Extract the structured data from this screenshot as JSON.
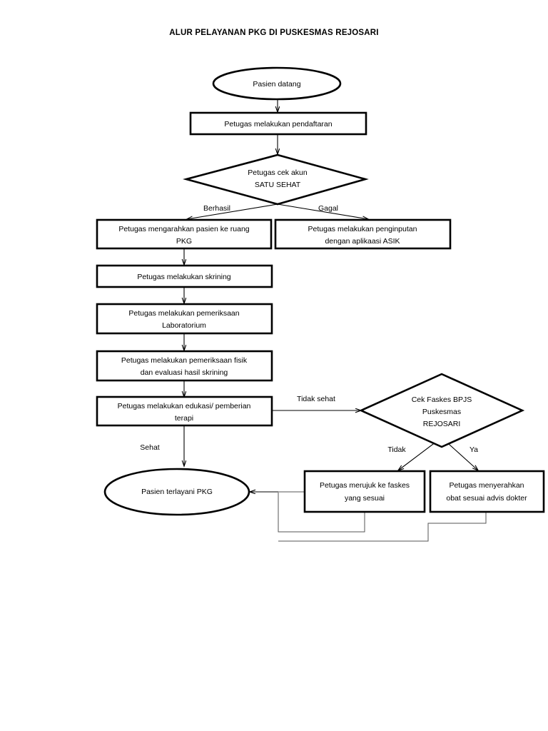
{
  "document": {
    "title": "ALUR PELAYANAN PKG DI PUSKESMAS REJOSARI"
  },
  "nodes": {
    "start": {
      "shape": "ellipse",
      "label": "Pasien datang"
    },
    "pendaftaran": {
      "shape": "process",
      "label": "Petugas melakukan pendaftaran"
    },
    "cek_akun": {
      "shape": "decision",
      "line1": "Petugas cek akun",
      "line2": "SATU SEHAT"
    },
    "arahkan_pkg": {
      "shape": "process",
      "line1": "Petugas mengarahkan pasien ke ruang",
      "line2": "PKG"
    },
    "penginputan_asik": {
      "shape": "process",
      "line1": "Petugas melakukan penginputan",
      "line2": "dengan aplikaasi ASIK"
    },
    "skrining": {
      "shape": "process",
      "label": "Petugas melakukan skrining"
    },
    "laboratorium": {
      "shape": "process",
      "line1": "Petugas melakukan pemeriksaan",
      "line2": "Laboratorium"
    },
    "pemeriksaan_fisik": {
      "shape": "process",
      "line1": "Petugas melakukan pemeriksaan fisik",
      "line2": "dan evaluasi hasil skrining"
    },
    "edukasi_terapi": {
      "shape": "process",
      "line1": "Petugas melakukan edukasi/ pemberian",
      "line2": "terapi"
    },
    "cek_faskes": {
      "shape": "decision",
      "line1": "Cek Faskes BPJS",
      "line2": "Puskesmas",
      "line3": "REJOSARI"
    },
    "merujuk_faskes": {
      "shape": "process",
      "line1": "Petugas merujuk ke faskes",
      "line2": "yang sesuai"
    },
    "menyerahkan_obat": {
      "shape": "process",
      "line1": "Petugas menyerahkan",
      "line2": "obat sesuai advis dokter"
    },
    "end": {
      "shape": "ellipse",
      "label": "Pasien terlayani PKG"
    }
  },
  "edge_labels": {
    "berhasil": "Berhasil",
    "gagal": "Gagal",
    "tidak_sehat": "Tidak sehat",
    "sehat": "Sehat",
    "tidak": "Tidak",
    "ya": "Ya"
  },
  "colors": {
    "shape_stroke": "#000000",
    "shape_fill": "#ffffff",
    "text": "#000000",
    "connector": "#000000",
    "connector_return": "#555555",
    "background": "#ffffff"
  }
}
